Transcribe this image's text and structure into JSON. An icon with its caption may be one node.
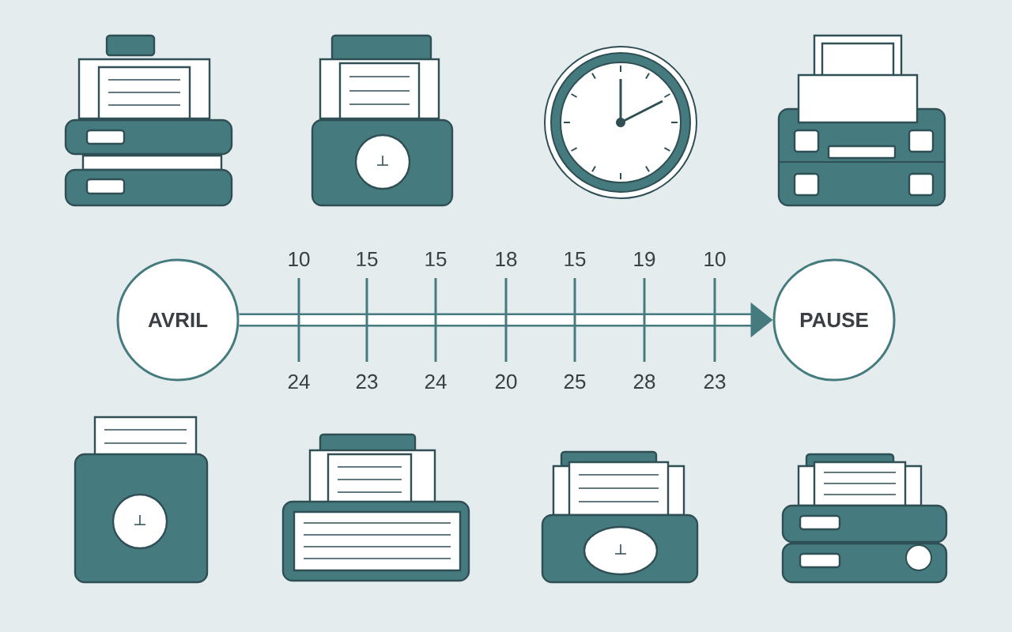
{
  "diagram": {
    "nodes": [
      {
        "text": [
          "AVRIL"
        ]
      },
      {
        "text": [
          "PAUSE"
        ]
      }
    ],
    "edges": [
      {
        "from": 0,
        "to": 1,
        "arrow": "to"
      }
    ],
    "labels": [
      "10",
      "15",
      "15",
      "18",
      "15",
      "19",
      "10",
      "24",
      "23",
      "24",
      "20",
      "25",
      "28",
      "23"
    ]
  }
}
